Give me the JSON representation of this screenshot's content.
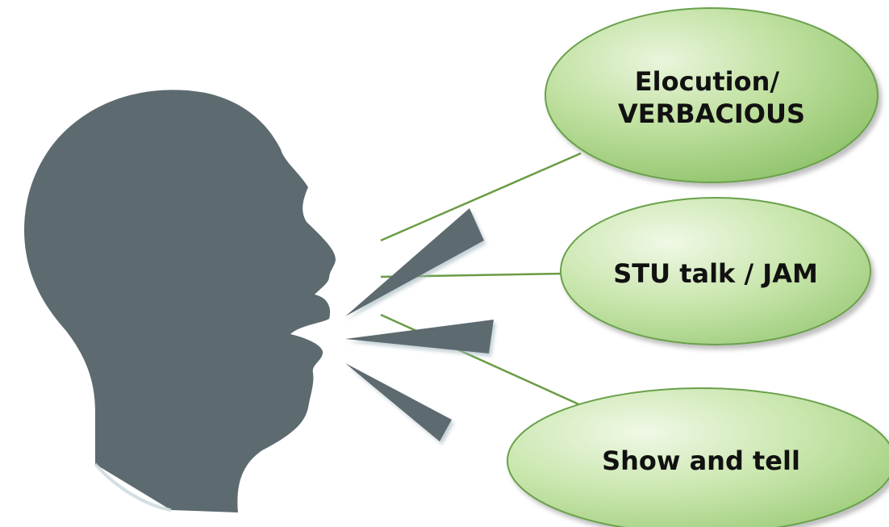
{
  "diagram": {
    "bubbles": [
      {
        "id": "elocution",
        "lines": [
          "Elocution/",
          "VERBACIOUS"
        ]
      },
      {
        "id": "stu-talk",
        "lines": [
          "STU talk / JAM"
        ]
      },
      {
        "id": "show-and-tell",
        "lines": [
          "Show and tell"
        ]
      }
    ]
  },
  "colors": {
    "silhouette": "#5d6b70",
    "bubble_light": "#d8ebc0",
    "bubble_mid": "#a9d183",
    "bubble_dark": "#7bb258",
    "bubble_stroke": "#6aa14b",
    "connector": "#6a9c45",
    "label": "#111111"
  },
  "icons": {
    "head": "speaking-head-silhouette-icon",
    "sound_waves": "sound-wave-wedges-icon"
  }
}
